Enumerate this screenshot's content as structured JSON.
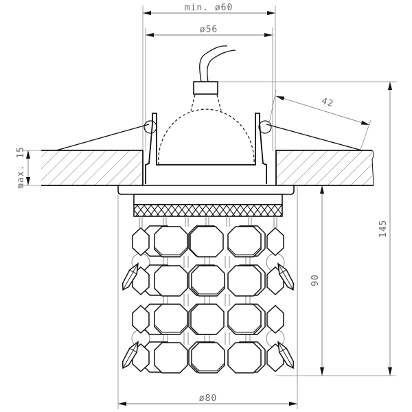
{
  "drawing": {
    "subject": "recessed ceiling downlight with crystal bead skirt",
    "dimensions": {
      "cutout_min": {
        "label": "min. ø60",
        "value": 60,
        "unit": "mm",
        "qualifier": "min."
      },
      "body_diameter": {
        "label": "ø56",
        "value": 56,
        "unit": "mm"
      },
      "spring_length": {
        "label": "42",
        "value": 42,
        "unit": "mm"
      },
      "ceiling_thickness": {
        "label": "max. 15",
        "value": 15,
        "unit": "mm",
        "qualifier": "max."
      },
      "skirt_height": {
        "label": "90",
        "value": 90,
        "unit": "mm"
      },
      "total_height": {
        "label": "145",
        "value": 145,
        "unit": "mm"
      },
      "skirt_diameter": {
        "label": "ø80",
        "value": 80,
        "unit": "mm"
      }
    },
    "colors": {
      "line": "#111111",
      "dimension": "#777777",
      "text": "#6a6a6a",
      "background": "#ffffff"
    }
  }
}
